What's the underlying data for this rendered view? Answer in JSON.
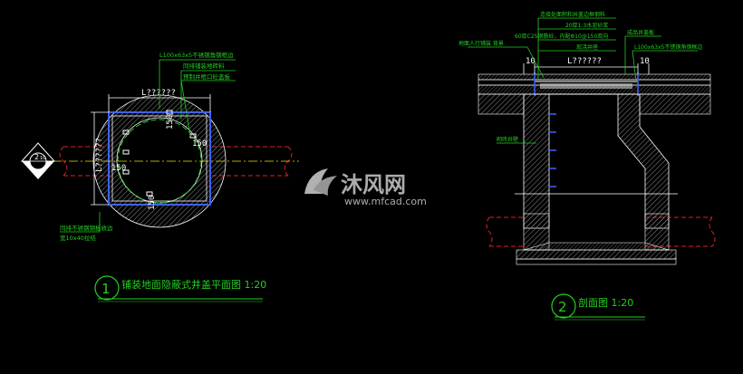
{
  "plan": {
    "title": "铺装地面隐蔽式井盖平面图 1:20",
    "number": "1",
    "section_mark": "2",
    "section_ref": "10",
    "dim_top": "L??????",
    "dim_left": "L??????",
    "dim_150_a": "150",
    "dim_150_b": "150",
    "dim_150_c": "150",
    "dim_150_d": "150",
    "callouts": [
      "L100x63x5不锈钢角钢框边",
      "同排铺装地砖料",
      "预制井框口砼盖板"
    ],
    "bottom_callout_1": "同排不锈钢钢板收边",
    "bottom_callout_2": "宽10x40拉结"
  },
  "section": {
    "title": "剖面图 1:20",
    "number": "2",
    "dim_top": "L??????",
    "dim_left_10": "10",
    "dim_right_10": "10",
    "top_notes": [
      "连接处面积和井盖边框钢料",
      "20厚1:3水泥砂浆",
      "60厚C25钢筋砼，内配Φ10@150双向",
      "现浇井座"
    ],
    "left_callout": "地面人行铺装 背景",
    "right_callout_1": "成品井盖板",
    "right_callout_2": "L100x63x5不锈钢角钢框边",
    "wall_label": "砌砖井壁"
  },
  "watermark": {
    "brand": "沐风网",
    "url": "www.mfcad.com"
  },
  "colors": {
    "background": "#000000",
    "green": "#22d022",
    "white": "#ffffff",
    "red": "#e02020",
    "blue": "#4060ff",
    "yellow": "#e8e000",
    "gray": "#8a8a8a"
  }
}
